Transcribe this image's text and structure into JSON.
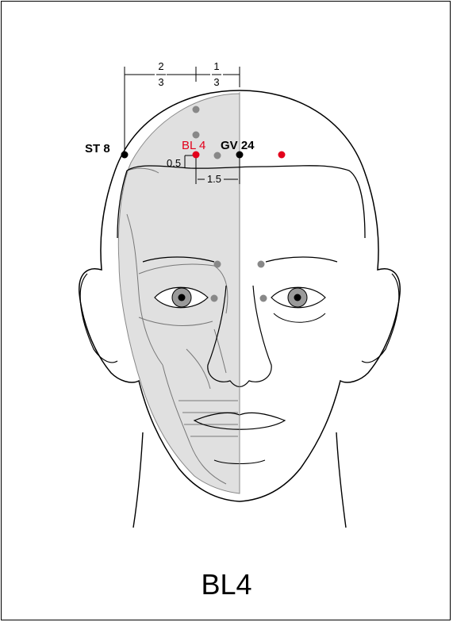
{
  "caption": "BL4",
  "labels": {
    "st8": "ST 8",
    "bl4": "BL 4",
    "gv24": "GV 24"
  },
  "measurements": {
    "frac_left_num": "2",
    "frac_left_den": "3",
    "frac_right_num": "1",
    "frac_right_den": "3",
    "half": "0.5",
    "one_half": "1.5"
  },
  "colors": {
    "highlight_point": "#e3001b",
    "reference_point": "#000000",
    "other_point": "#888888",
    "skull_shade": "#e0e0e0"
  }
}
